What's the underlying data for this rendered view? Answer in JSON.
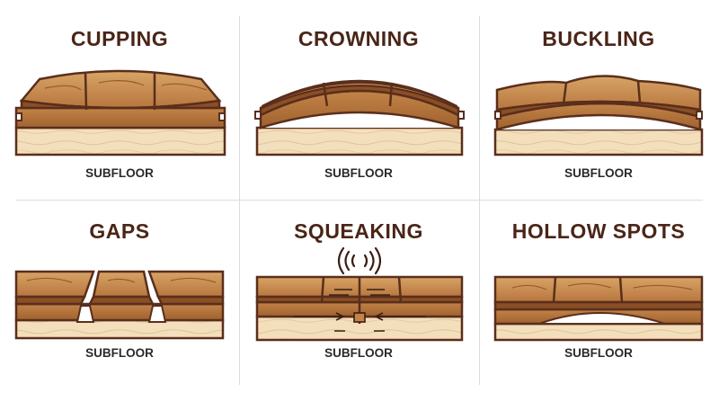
{
  "panels": [
    {
      "title": "CUPPING",
      "label": "SUBFLOOR"
    },
    {
      "title": "CROWNING",
      "label": "SUBFLOOR"
    },
    {
      "title": "BUCKLING",
      "label": "SUBFLOOR"
    },
    {
      "title": "GAPS",
      "label": "SUBFLOOR"
    },
    {
      "title": "SQUEAKING",
      "label": "SUBFLOOR"
    },
    {
      "title": "HOLLOW SPOTS",
      "label": "SUBFLOOR"
    }
  ],
  "colors": {
    "title": "#4a2517",
    "outline": "#5a2e1c",
    "wood_light": "#d39a5c",
    "wood_mid": "#b9783f",
    "wood_dark": "#8a4f24",
    "subfloor": "#f3dfbc",
    "subfloor_grain": "#dcc29a"
  }
}
